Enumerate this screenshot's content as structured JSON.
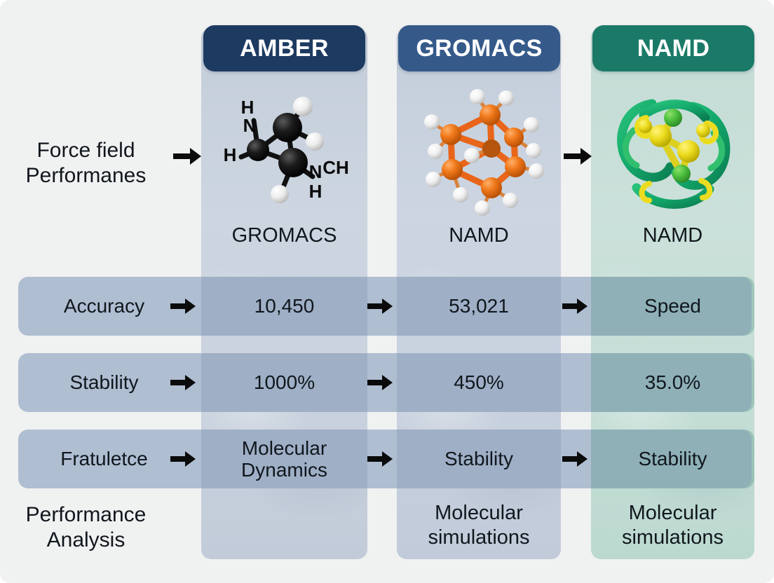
{
  "columns": [
    {
      "header": "AMBER",
      "header_color": "#1d3a61",
      "panel_color": "#c8d1dd",
      "molecule_icon": "organic-molecule-black-white-icon",
      "caption": "GROMACS",
      "bottom_caption": ""
    },
    {
      "header": "GROMACS",
      "header_color": "#355a8a",
      "panel_color": "#c8d1de",
      "molecule_icon": "cubane-molecule-orange-icon",
      "caption": "NAMD",
      "bottom_caption": "Molecular\nsimulations"
    },
    {
      "header": "NAMD",
      "header_color": "#1b7a67",
      "panel_color": "#c6ded7",
      "molecule_icon": "protein-ribbon-green-yellow-icon",
      "caption": "NAMD",
      "bottom_caption": "Molecular\nsimulations"
    }
  ],
  "side_labels": {
    "top": "Force field\nPerformanes",
    "bottom": "Performance\nAnalysis"
  },
  "rows": [
    {
      "label": "Accuracy",
      "values": [
        "10,450",
        "53,021",
        "Speed"
      ]
    },
    {
      "label": "Stability",
      "values": [
        "1000%",
        "450%",
        "35.0%"
      ]
    },
    {
      "label": "Fratuletce",
      "values": [
        "Molecular\nDynamics",
        "Stability",
        "Stability"
      ]
    }
  ],
  "arrow_icon": "right-arrow-icon",
  "theme": {
    "canvas_bg": "#f0f1f1",
    "row_bg": "#b0bed2",
    "text_color": "#10171d",
    "header_text_color": "#ffffff"
  }
}
